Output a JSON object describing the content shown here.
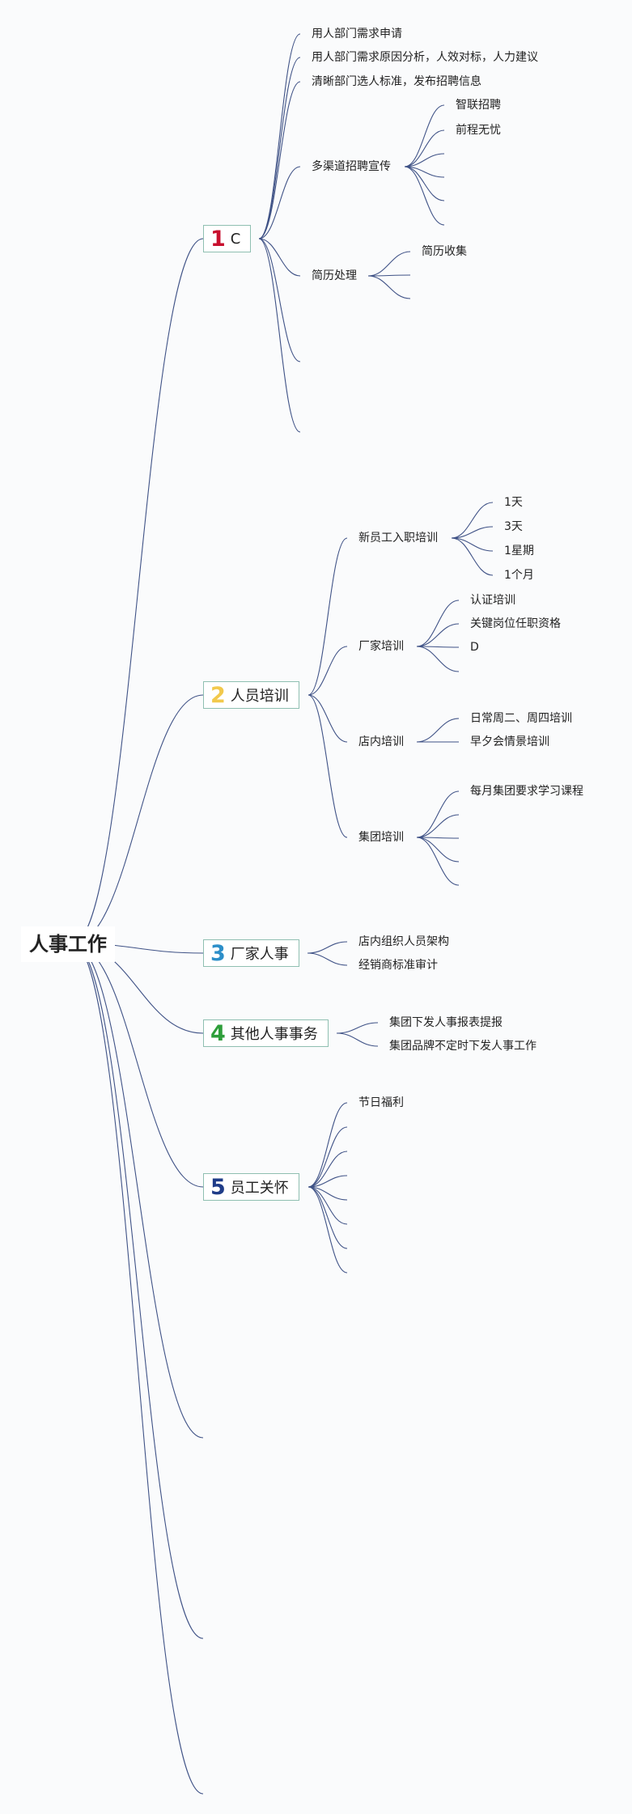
{
  "mindmap": {
    "root": "人事工作",
    "line_color": "#3f5286",
    "topic_border_color": "#8fbfb1",
    "topics": [
      {
        "number": "1",
        "number_color": "#c8102e",
        "label": "C",
        "children": [
          {
            "label": "用人部门需求申请"
          },
          {
            "label": "用人部门需求原因分析，人效对标，人力建议"
          },
          {
            "label": "清晰部门选人标准，发布招聘信息"
          },
          {
            "label": "多渠道招聘宣传",
            "children": [
              "智联招聘",
              "前程无忧",
              "",
              "",
              "",
              ""
            ]
          },
          {
            "label": "简历处理",
            "children": [
              "简历收集",
              "",
              ""
            ]
          },
          {
            "label": ""
          },
          {
            "label": ""
          }
        ]
      },
      {
        "number": "2",
        "number_color": "#f2c94c",
        "label": "人员培训",
        "children": [
          {
            "label": "新员工入职培训",
            "children": [
              "1天",
              "3天",
              "1星期",
              "1个月"
            ]
          },
          {
            "label": "厂家培训",
            "children": [
              "认证培训",
              "关键岗位任职资格",
              "D",
              ""
            ]
          },
          {
            "label": "店内培训",
            "children": [
              "日常周二、周四培训",
              "早夕会情景培训"
            ]
          },
          {
            "label": "集团培训",
            "children": [
              "每月集团要求学习课程",
              "",
              "",
              ""
            ]
          }
        ]
      },
      {
        "number": "3",
        "number_color": "#2d8fc9",
        "label": "厂家人事",
        "children": [
          {
            "label": "店内组织人员架构"
          },
          {
            "label": "经销商标准审计"
          }
        ]
      },
      {
        "number": "4",
        "number_color": "#2e9e3a",
        "label": "其他人事事务",
        "children": [
          {
            "label": "集团下发人事报表提报"
          },
          {
            "label": "集团品牌不定时下发人事工作"
          }
        ]
      },
      {
        "number": "5",
        "number_color": "#1f3c88",
        "label": "员工关怀",
        "children": [
          {
            "label": "节日福利"
          },
          {
            "label": ""
          },
          {
            "label": ""
          },
          {
            "label": ""
          },
          {
            "label": ""
          },
          {
            "label": ""
          },
          {
            "label": ""
          }
        ]
      },
      {
        "number": "",
        "label": "",
        "children": []
      },
      {
        "number": "",
        "label": "",
        "children": []
      },
      {
        "number": "",
        "label": "",
        "children": []
      }
    ]
  }
}
